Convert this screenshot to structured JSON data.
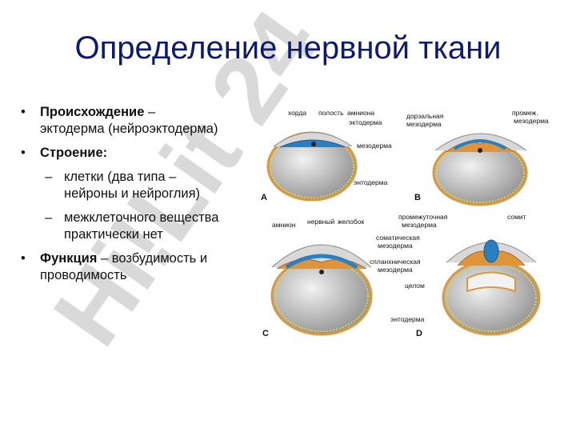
{
  "slide": {
    "title": "Определение нервной ткани",
    "watermark": "Hi!Lit 24",
    "bullets": [
      {
        "bold": "Происхождение",
        "rest": " –",
        "line2": "эктодерма (нейроэктодерма)"
      },
      {
        "bold": "Строение:",
        "rest": ""
      },
      {
        "bold": "Функция",
        "rest": " – возбудимость и",
        "line2": "проводимость"
      }
    ],
    "subbullets": [
      {
        "line1": "клетки (два типа –",
        "line2": "нейроны и нейроглия)"
      },
      {
        "line1": "межклеточного вещества",
        "line2": "практически нет"
      }
    ]
  },
  "figure": {
    "panels": [
      "A",
      "B",
      "C",
      "D"
    ],
    "labels_a": [
      "хорда",
      "полость",
      "амниона",
      "эктодерма",
      "мезодерма",
      "энтодерма"
    ],
    "labels_b": [
      "дорзальная",
      "мезодерма",
      "промеж.",
      "мезодерма"
    ],
    "labels_c": [
      "амнион",
      "нервный",
      "желобок",
      "соматическая",
      "мезодерма",
      "спланхническая",
      "мезодерма"
    ],
    "labels_d": [
      "промежуточная",
      "мезодерма",
      "сомит",
      "целом",
      "энтодерма"
    ]
  },
  "colors": {
    "title": "#0d1a6e",
    "watermark": "#c9c9c9",
    "ectoderm_blue": "#2a7fc0",
    "mesoderm_orange": "#e0943a",
    "endoderm_yellow": "#f0dc3c"
  }
}
